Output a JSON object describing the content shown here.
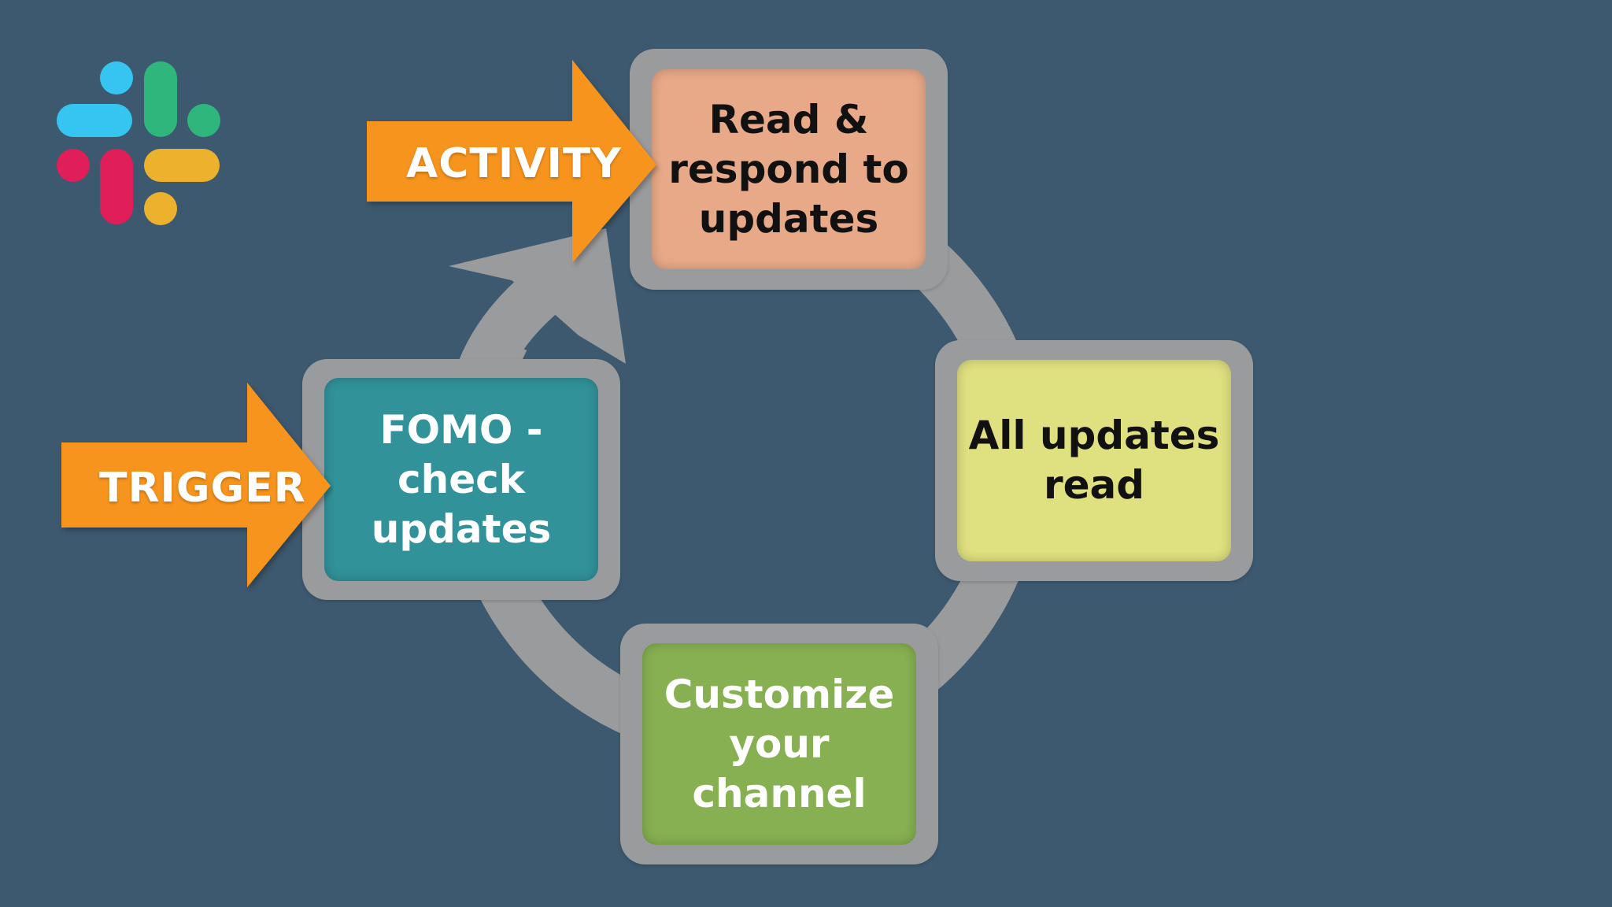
{
  "colors": {
    "background": "#3d596f",
    "cycle_ring": "#9a9b9d",
    "arrow_orange": "#f7941d",
    "node_read": "#e8a988",
    "node_all_read": "#dfe07f",
    "node_customize": "#86b052",
    "node_fomo": "#31929a"
  },
  "logo": {
    "icon": "slack-logo-icon"
  },
  "cycle": {
    "nodes": [
      {
        "id": "read",
        "label": "Read & respond to updates",
        "lines": [
          "Read &",
          "respond to",
          "updates"
        ],
        "text_color": "#111111"
      },
      {
        "id": "all-read",
        "label": "All updates read",
        "lines": [
          "All updates",
          "read"
        ],
        "text_color": "#111111"
      },
      {
        "id": "customize",
        "label": "Customize your channel",
        "lines": [
          "Customize",
          "your",
          "channel"
        ],
        "text_color": "#ffffff"
      },
      {
        "id": "fomo",
        "label": "FOMO - check updates",
        "lines": [
          "FOMO -",
          "check",
          "updates"
        ],
        "text_color": "#ffffff"
      }
    ]
  },
  "callouts": {
    "activity": "ACTIVITY",
    "trigger": "TRIGGER"
  }
}
